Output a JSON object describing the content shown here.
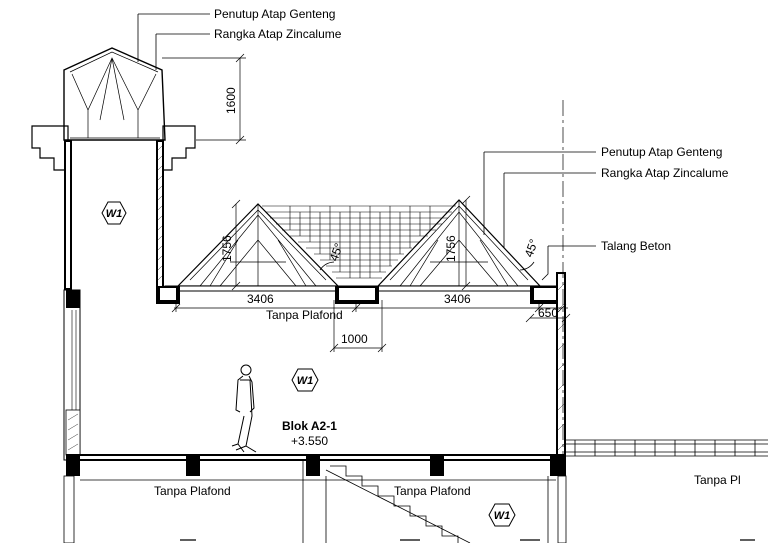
{
  "callouts": {
    "top_roof_cover": "Penutup Atap Genteng",
    "top_roof_frame": "Rangka Atap Zincalume",
    "right_roof_cover": "Penutup Atap Genteng",
    "right_roof_frame": "Rangka Atap Zincalume",
    "gutter": "Talang Beton"
  },
  "dimensions": {
    "top_height": "1600",
    "truss_left_height": "1756",
    "truss_right_height": "1756",
    "span_left": "3406",
    "span_right": "3406",
    "gap_width": "1000",
    "gutter_width": "650",
    "angle_left": "45°",
    "angle_right": "45°"
  },
  "labels": {
    "ceiling_upper": "Tanpa Plafond",
    "ceiling_lower_left": "Tanpa Plafond",
    "ceiling_lower_mid": "Tanpa Plafond",
    "ceiling_lower_right": "Tanpa Pl",
    "room_name": "Blok A2-1",
    "room_level": "+3.550"
  },
  "window_tags": {
    "tag_upper": "W1",
    "tag_middle": "W1",
    "tag_lower": "W1"
  }
}
